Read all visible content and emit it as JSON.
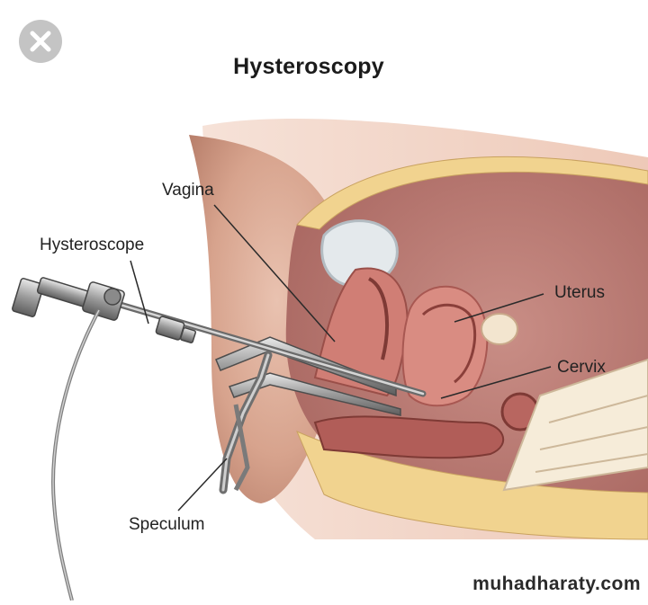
{
  "title": "Hysteroscopy",
  "labels": {
    "vagina": "Vagina",
    "hysteroscope": "Hysteroscope",
    "uterus": "Uterus",
    "cervix": "Cervix",
    "speculum": "Speculum"
  },
  "watermark": "muhadharaty.com",
  "close_icon": "close-icon",
  "colors": {
    "skin": "#d6a48e",
    "fat": "#f1d38f",
    "tissue": "#c77a72",
    "close_button": "#c4c4c4"
  }
}
